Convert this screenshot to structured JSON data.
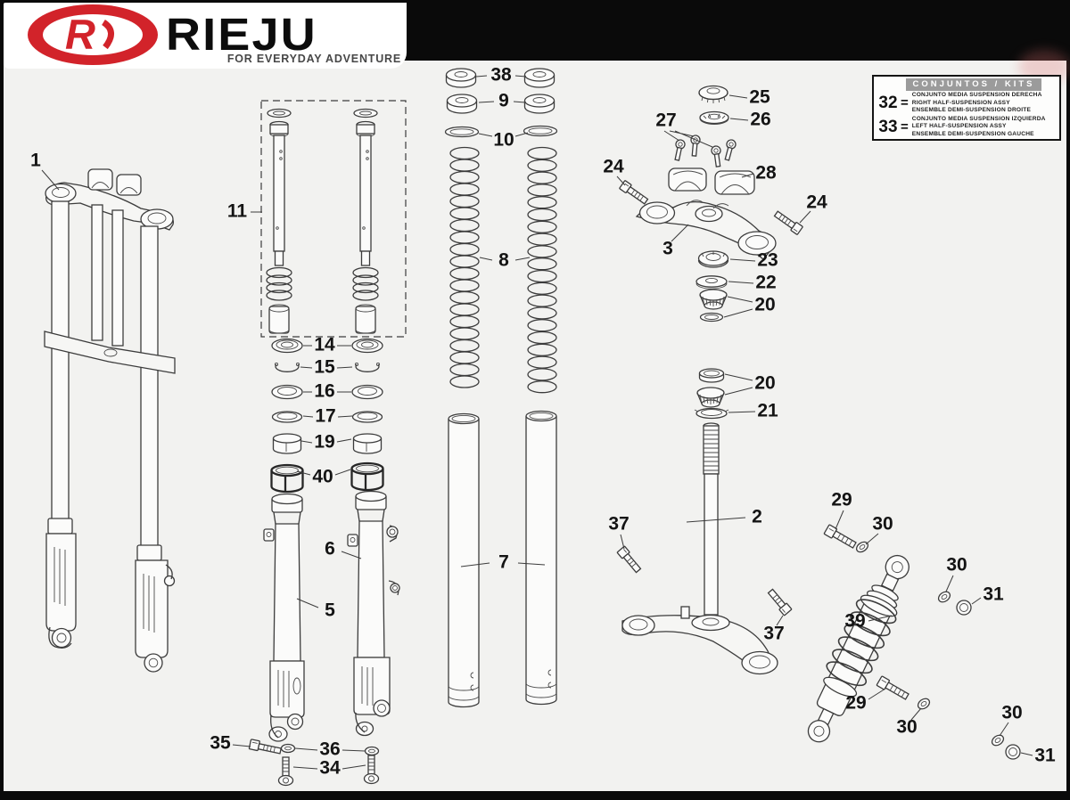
{
  "header": {
    "brand": "RIEJU",
    "tagline": "FOR EVERYDAY ADVENTURE",
    "logo_letter": "R",
    "colors": {
      "brand_red": "#d2232a",
      "bar_black": "#0a0a0a"
    }
  },
  "kits_table": {
    "title": "CONJUNTOS / KITS",
    "rows": [
      {
        "num": "32",
        "eq": "=",
        "lines": [
          "CONJUNTO MEDIA SUSPENSION DERECHA",
          "RIGHT HALF-SUSPENSION ASSY",
          "ENSEMBLE DEMI-SUSPENSION DROITE"
        ]
      },
      {
        "num": "33",
        "eq": "=",
        "lines": [
          "CONJUNTO MEDIA SUSPENSION IZQUIERDA",
          "LEFT HALF-SUSPENSION ASSY",
          "ENSEMBLE DEMI-SUSPENSION GAUCHE"
        ]
      }
    ]
  },
  "part_labels": [
    {
      "text": "1"
    },
    {
      "text": "11"
    },
    {
      "text": "38"
    },
    {
      "text": "9"
    },
    {
      "text": "10"
    },
    {
      "text": "8"
    },
    {
      "text": "7"
    },
    {
      "text": "25"
    },
    {
      "text": "26"
    },
    {
      "text": "27"
    },
    {
      "text": "24"
    },
    {
      "text": "28"
    },
    {
      "text": "24"
    },
    {
      "text": "3"
    },
    {
      "text": "23"
    },
    {
      "text": "22"
    },
    {
      "text": "20"
    },
    {
      "text": "20"
    },
    {
      "text": "21"
    },
    {
      "text": "2"
    },
    {
      "text": "37"
    },
    {
      "text": "37"
    },
    {
      "text": "29"
    },
    {
      "text": "30"
    },
    {
      "text": "30"
    },
    {
      "text": "31"
    },
    {
      "text": "39"
    },
    {
      "text": "29"
    },
    {
      "text": "30"
    },
    {
      "text": "30"
    },
    {
      "text": "31"
    },
    {
      "text": "6"
    },
    {
      "text": "5"
    },
    {
      "text": "14"
    },
    {
      "text": "15"
    },
    {
      "text": "16"
    },
    {
      "text": "17"
    },
    {
      "text": "19"
    },
    {
      "text": "40"
    },
    {
      "text": "35"
    },
    {
      "text": "36"
    },
    {
      "text": "34"
    }
  ]
}
